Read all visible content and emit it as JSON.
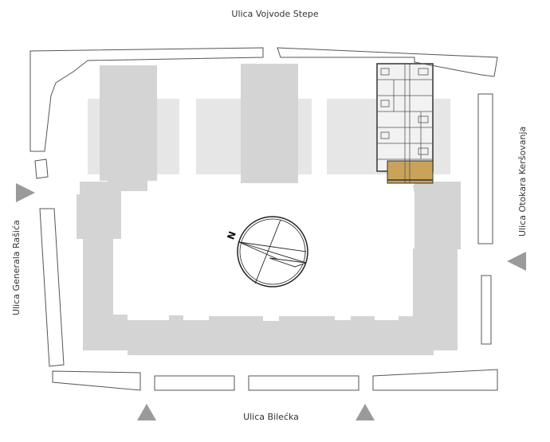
{
  "streets": {
    "top": "Ulica Vojvode Stepe",
    "bottom": "Ulica Bilećka",
    "left": "Ulica Generala Rašića",
    "right": "Ulica Otokara Keršovanja"
  },
  "compass": {
    "label": "N"
  },
  "entrances": [
    {
      "name": "west"
    },
    {
      "name": "east"
    },
    {
      "name": "south-left"
    },
    {
      "name": "south-right"
    }
  ],
  "colors": {
    "building": "#d4d4d4",
    "courtyard": "#e6e6e6",
    "highlight_floorplan": "#f2f2f2",
    "highlight_accent": "#c9a35a",
    "outline": "#555555",
    "arrow": "#9a9a9a"
  }
}
